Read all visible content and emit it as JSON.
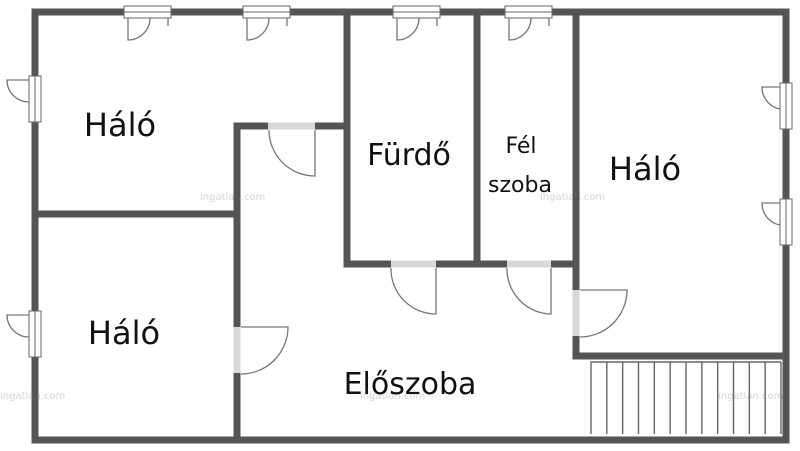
{
  "rooms": {
    "halo_top_left": "Háló",
    "halo_bottom_left": "Háló",
    "furdo": "Fürdő",
    "felszoba_line1": "Fél",
    "felszoba_line2": "szoba",
    "halo_right": "Háló",
    "eloszoba": "Előszoba"
  },
  "watermark": "ingatlan.com",
  "colors": {
    "wall": "#555555",
    "door_gap": "#d8d8d8",
    "background": "#ffffff"
  }
}
